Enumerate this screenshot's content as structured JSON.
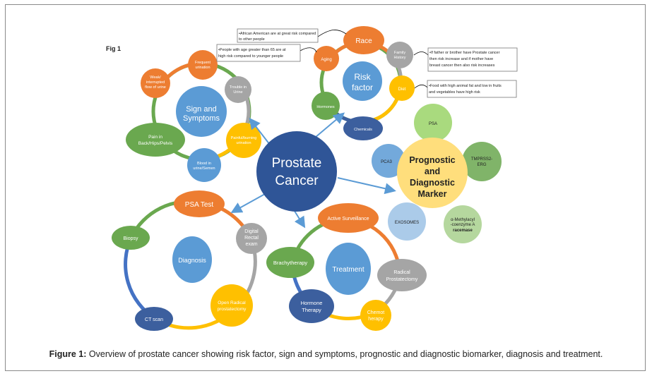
{
  "fig_label": "Fig 1",
  "caption": {
    "prefix": "Figure 1:",
    "text": " Overview of prostate cancer showing risk factor, sign and symptoms, prognostic and diagnostic biomarker, diagnosis and treatment."
  },
  "center": {
    "line1": "Prostate",
    "line2": "Cancer"
  },
  "signs": {
    "center_line1": "Sign and",
    "center_line2": "Symptoms",
    "frequent_urination": [
      "Frequent",
      "urination"
    ],
    "weak_flow": [
      "Weak/",
      "interrupted",
      "flow of urine"
    ],
    "trouble_urine": [
      "Trouble in",
      "Urine"
    ],
    "pain": [
      "Pain in",
      "Back/Hips/Pelvis"
    ],
    "painful_ejaculation": [
      "Painful/burning",
      "urination"
    ],
    "blood": [
      "Blood in",
      "urine/Semen"
    ]
  },
  "risk": {
    "center_line1": "Risk",
    "center_line2": "factor",
    "race": "Race",
    "aging": "Aging",
    "family_history": [
      "Family",
      "History"
    ],
    "diet": "Diet",
    "hormones": "Hormones",
    "chemicals": "Chemicals",
    "note_race": [
      "•African American are at great risk compared",
      "to other people"
    ],
    "note_age": [
      "•People with age greater than 65 are at",
      "high risk compared to younger people"
    ],
    "note_family": [
      "•If father or brother have Prostate cancer",
      "then risk increase and if mother have",
      "breast cancer then also risk increases"
    ],
    "note_diet": [
      "•Food with high animal fat and low in fruits",
      "and vegetables have high risk"
    ]
  },
  "markers": {
    "center_line1": "Prognostic",
    "center_line2": "and",
    "center_line3": "Diagnostic",
    "center_line4": "Marker",
    "psa": "PSA",
    "tmprss2": [
      "TMPRSS2-",
      "ERG"
    ],
    "pca3": "PCA3",
    "exosomes": "EXOSOMES",
    "amacr": [
      "α-Methylacyl",
      "-coenzyme A",
      "racemase"
    ]
  },
  "diagnosis": {
    "center": "Diagnosis",
    "psa_test": "PSA Test",
    "dre": [
      "Digital",
      "Rectal",
      "exam"
    ],
    "biopsy": "Biopsy",
    "ct_scan": "CT scan",
    "open_prostatectomy": [
      "Open Radical",
      "prostatectomy"
    ]
  },
  "treatment": {
    "center": "Treatment",
    "active_surveillance": "Active Surveillance",
    "brachytherapy": "Brachytherapy",
    "radical_prostatectomy": [
      "Radical",
      "Prostatectomy"
    ],
    "hormone_therapy": [
      "Hormone",
      "Therapy"
    ],
    "chemotherapy": [
      "Chemot",
      "herapy"
    ]
  },
  "colors": {
    "blue": "#5b9bd5",
    "dark_blue": "#3c5f9e",
    "orange": "#ed7d31",
    "green": "#6aa84f",
    "yellow": "#ffc000",
    "gray": "#a5a5a5",
    "arrow": "#5b9bd5"
  }
}
